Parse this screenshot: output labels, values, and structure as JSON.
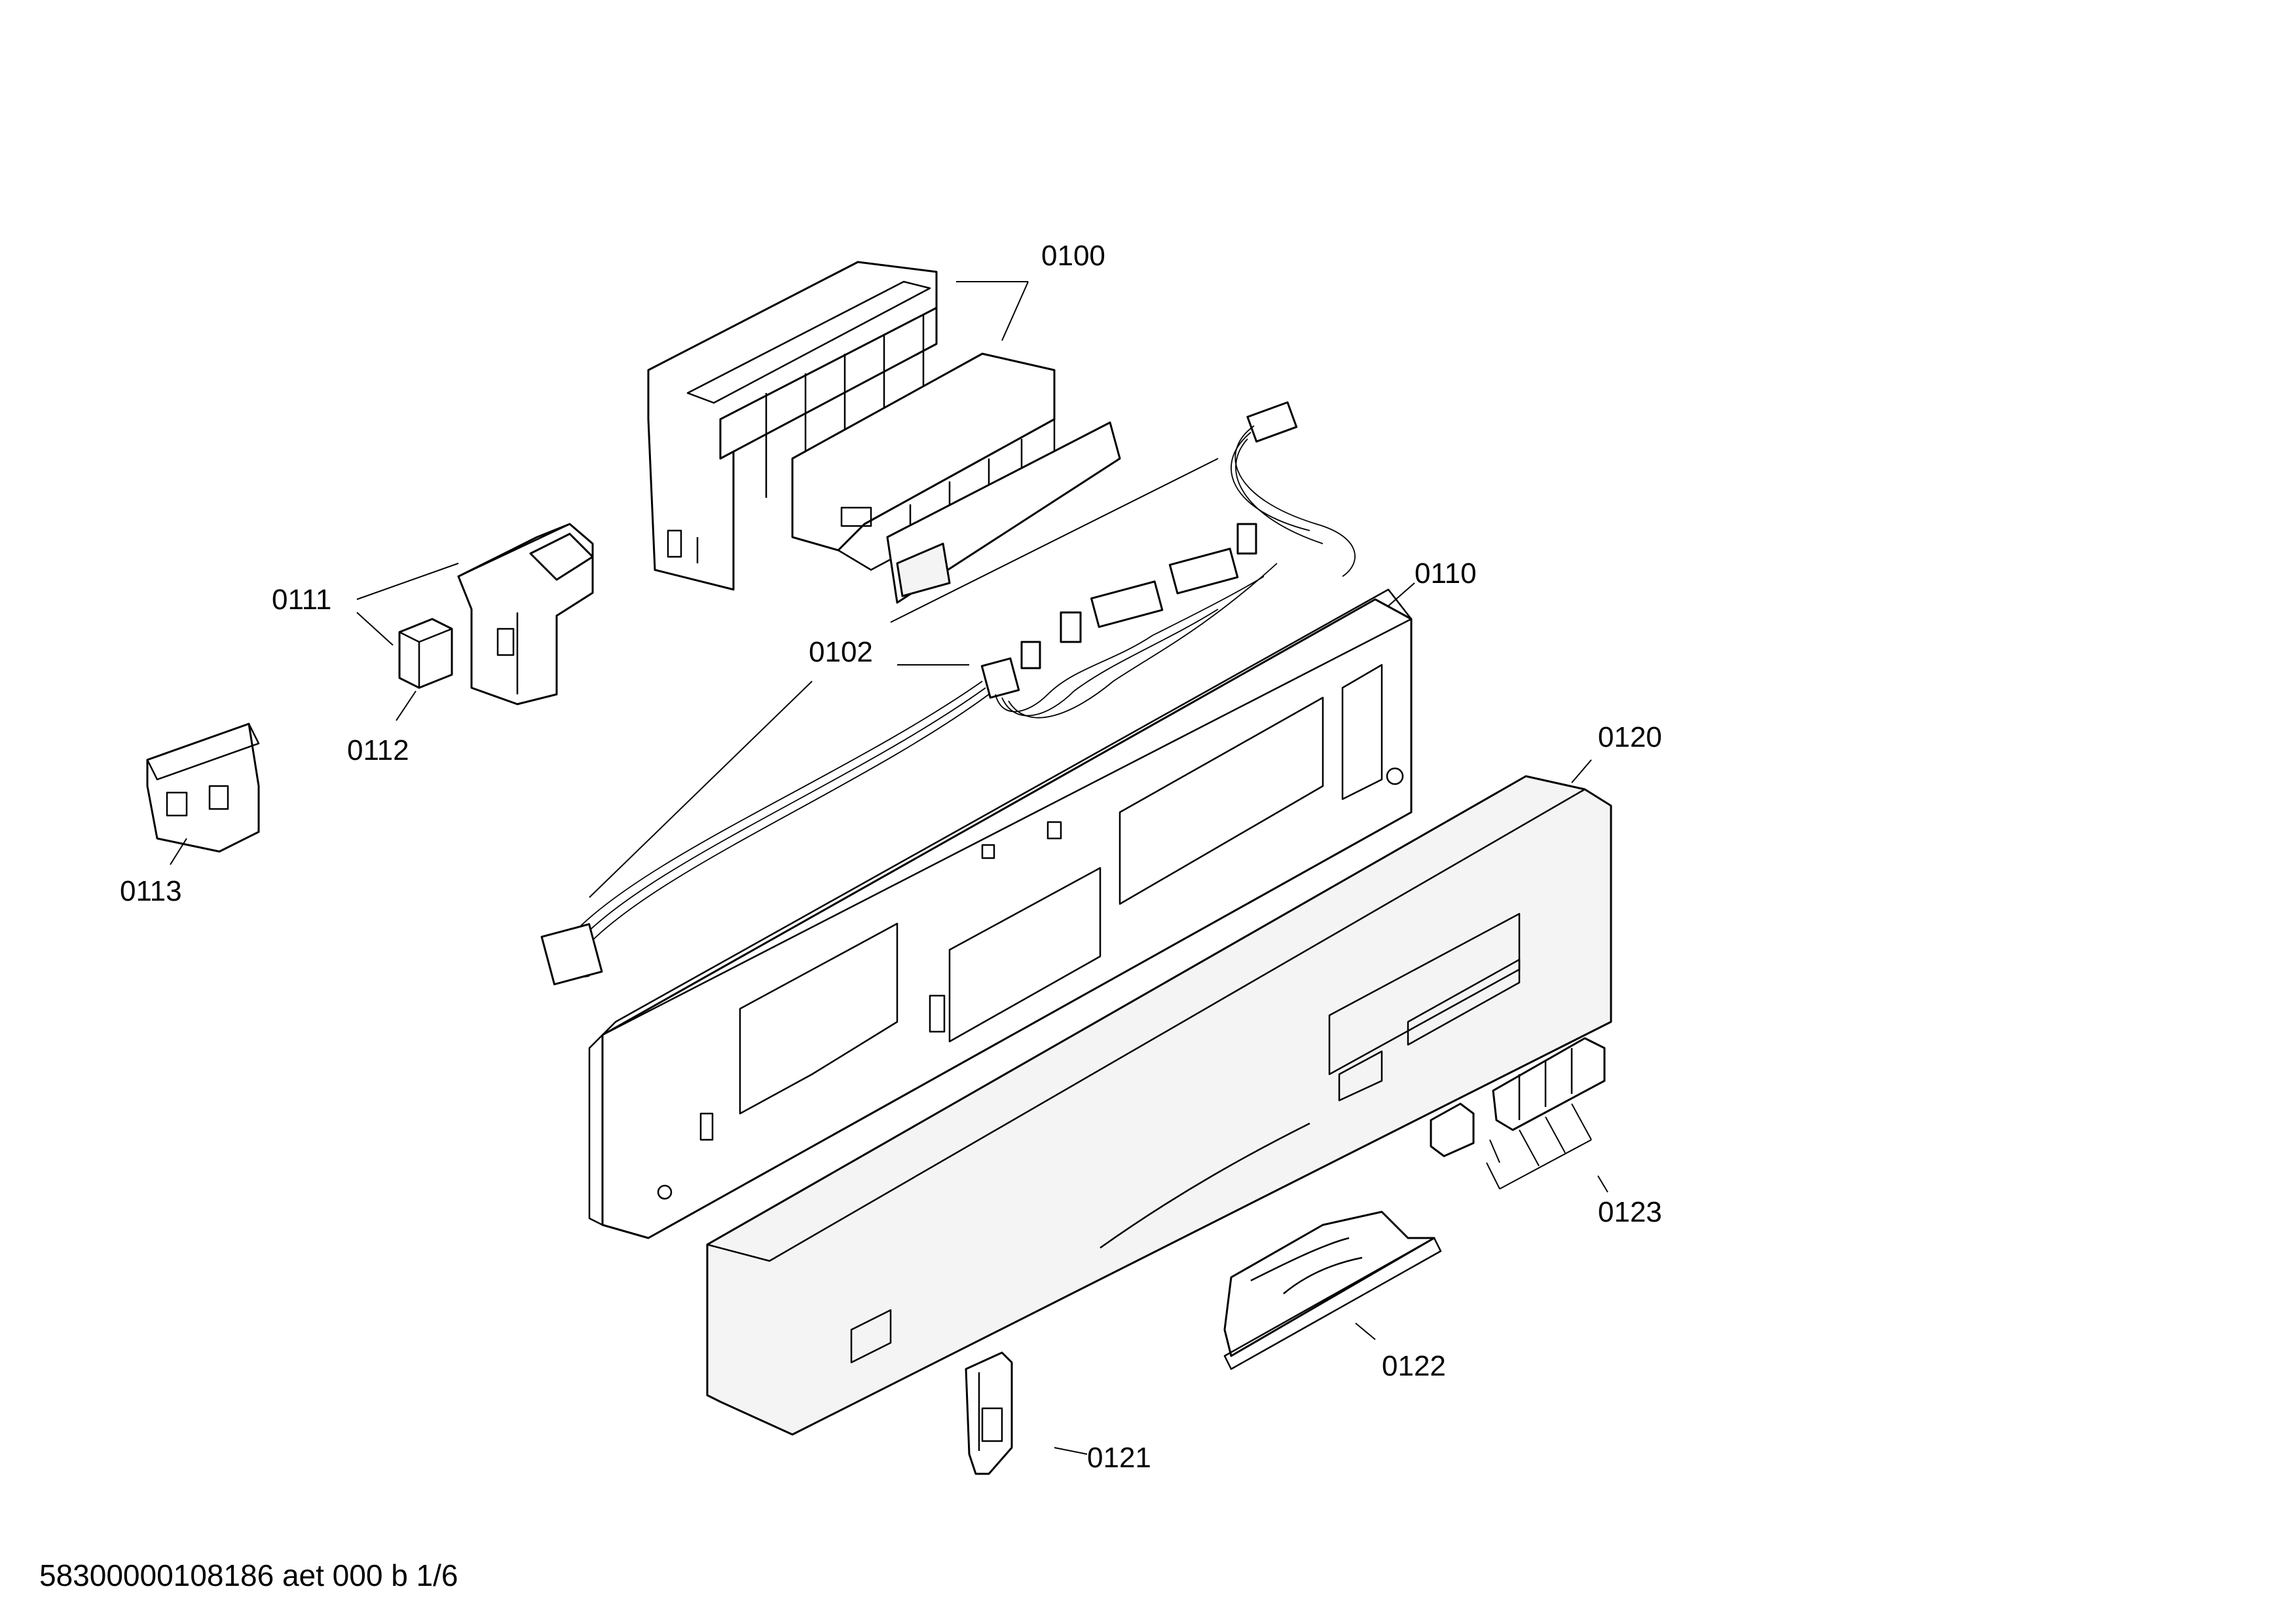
{
  "callouts": {
    "c0100": "0100",
    "c0102": "0102",
    "c0110": "0110",
    "c0111": "0111",
    "c0112": "0112",
    "c0113": "0113",
    "c0120": "0120",
    "c0121": "0121",
    "c0122": "0122",
    "c0123": "0123"
  },
  "footer": {
    "document_id": "58300000108186 aet 000 b 1/6"
  }
}
